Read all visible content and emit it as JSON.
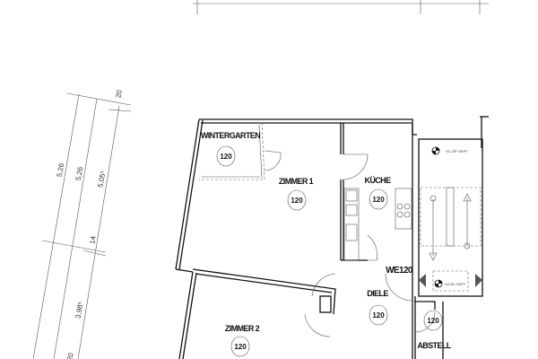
{
  "dimensions": {
    "left": [
      "5,26",
      "5,26",
      "5,05⁵",
      "20",
      "14",
      "3,98⁵",
      "20"
    ]
  },
  "rooms": [
    {
      "name": "WINTERGARTEN",
      "number": "120"
    },
    {
      "name": "ZIMMER 1",
      "number": "120"
    },
    {
      "name": "KÜCHE",
      "number": "120"
    },
    {
      "name": "DIELE",
      "number": "120"
    },
    {
      "name": "ZIMMER 2",
      "number": "120"
    },
    {
      "name": "ABSTELL",
      "number": "120"
    }
  ],
  "unit_label": "WE120",
  "stair": {
    "elevation_upper": "+11.23⁵ OKFF",
    "elevation_lower": "+12.81 OKFF"
  }
}
